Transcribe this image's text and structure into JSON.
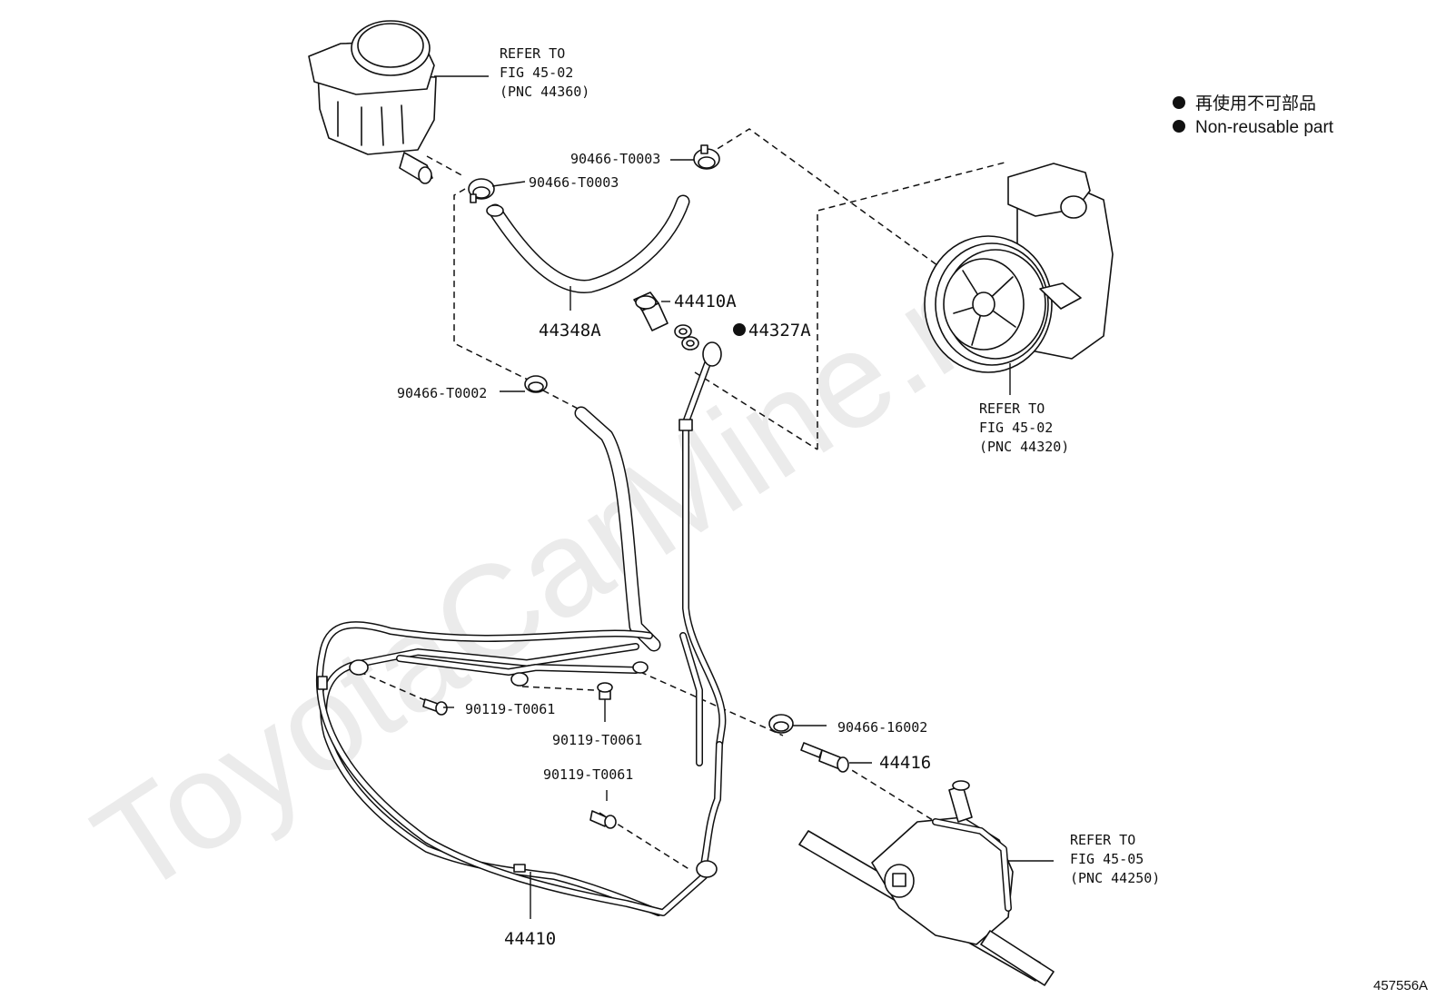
{
  "watermark": "ToyotaCarMine.ru",
  "figure_id": "457556A",
  "legend": [
    {
      "symbol": "filled-dot",
      "text": "再使用不可部品"
    },
    {
      "symbol": "filled-dot",
      "text": "Non-reusable part"
    }
  ],
  "references": {
    "reservoir": {
      "line1": "REFER TO",
      "line2": "FIG 45-02",
      "line3": "(PNC 44360)"
    },
    "pump": {
      "line1": "REFER TO",
      "line2": "FIG 45-02",
      "line3": "(PNC 44320)"
    },
    "gear": {
      "line1": "REFER TO",
      "line2": "FIG 45-05",
      "line3": "(PNC 44250)"
    }
  },
  "parts": {
    "clamp_top": "90466-T0003",
    "clamp_reservoir": "90466-T0003",
    "return_hose": "44348A",
    "union_bolt": "44410A",
    "gasket": "44327A",
    "clamp_mid": "90466-T0002",
    "clamp_lower": "90466-16002",
    "union": "44416",
    "bolt_1": "90119-T0061",
    "bolt_2": "90119-T0061",
    "bolt_3": "90119-T0061",
    "tube_assembly": "44410"
  },
  "colors": {
    "line": "#111111",
    "watermark": "#ebebeb",
    "background": "#ffffff"
  }
}
